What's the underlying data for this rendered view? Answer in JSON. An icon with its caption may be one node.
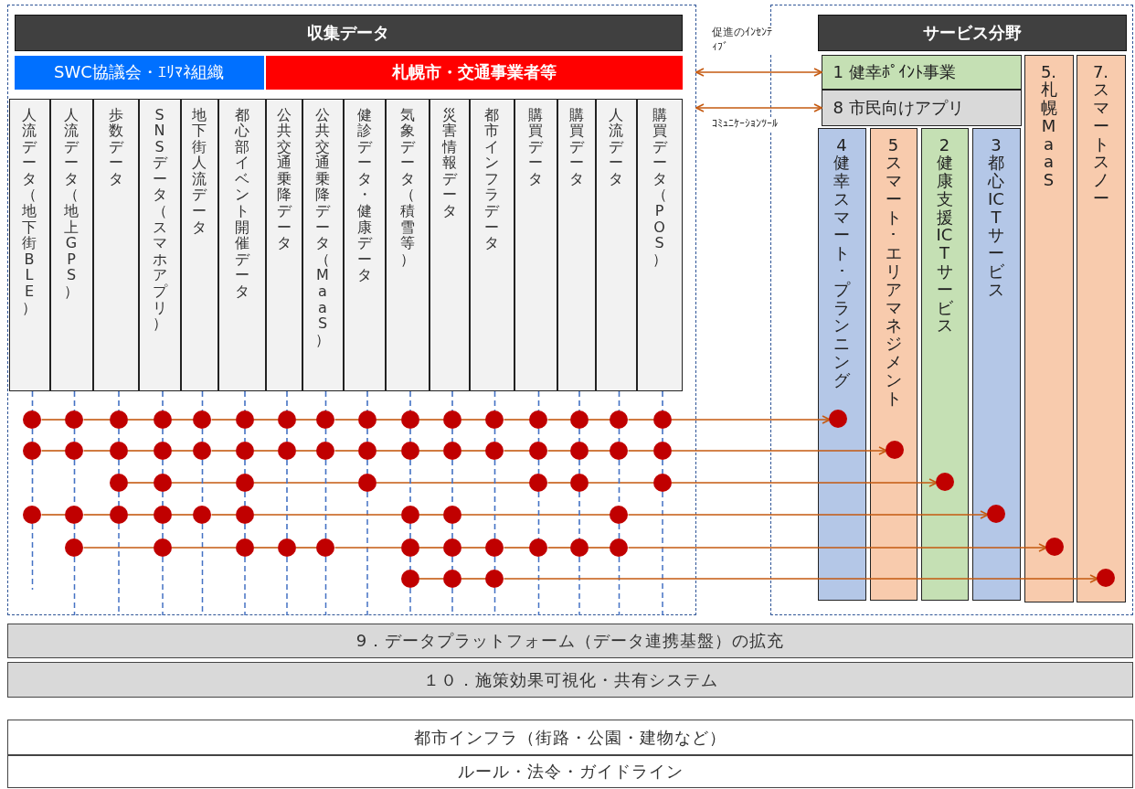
{
  "diagram": {
    "nodes": [
      {
        "text": [],
        "shape": "box"
      },
      {
        "text": [],
        "shape": "box"
      },
      {
        "text": [
          "収集データ"
        ],
        "in": 0
      },
      {
        "text": [
          "SWC協議会・ｴﾘﾏﾈ組織"
        ],
        "in": 0
      },
      {
        "text": [
          "札幌市・交通事業者等"
        ],
        "in": 0
      },
      {
        "text": [
          "人流データ（地下街BLE）"
        ],
        "in": 0
      },
      {
        "text": [
          "人流データ（地上GPS）"
        ],
        "in": 0
      },
      {
        "text": [
          "歩数データ"
        ],
        "in": 0
      },
      {
        "text": [
          "SNSデータ（スマホアプリ）"
        ],
        "in": 0
      },
      {
        "text": [
          "地下街人流データ"
        ],
        "in": 0
      },
      {
        "text": [
          "都心部イベント開催データ"
        ],
        "in": 0
      },
      {
        "text": [
          "公共交通乗降データ"
        ],
        "in": 0
      },
      {
        "text": [
          "公共交通乗降データ（MaaS）"
        ],
        "in": 0
      },
      {
        "text": [
          "健診データ・健康データ"
        ],
        "in": 0
      },
      {
        "text": [
          "気象データ（積雪等）"
        ],
        "in": 0
      },
      {
        "text": [
          "災害情報データ"
        ],
        "in": 0
      },
      {
        "text": [
          "都市インフラデータ"
        ],
        "in": 0
      },
      {
        "text": [
          "購買データ"
        ],
        "in": 0
      },
      {
        "text": [
          "購買データ"
        ],
        "in": 0
      },
      {
        "text": [
          "人流データ"
        ],
        "in": 0
      },
      {
        "text": [
          "購買データ（POS）"
        ],
        "in": 0
      },
      {
        "text": [
          "サービス分野"
        ],
        "in": 1
      },
      {
        "text": [
          "1 健幸ﾎﾟｲﾝﾄ事業"
        ],
        "in": 1
      },
      {
        "text": [
          "8 市民向けアプリ"
        ],
        "in": 1
      },
      {
        "text": [
          "4健幸スマート･プランニング"
        ],
        "in": 1
      },
      {
        "text": [
          "5スマート･エリアマネジメント"
        ],
        "in": 1
      },
      {
        "text": [
          "2健康支援ICTサービス"
        ],
        "in": 1
      },
      {
        "text": [
          "3都心ICTサービス"
        ],
        "in": 1
      },
      {
        "text": [
          "5.札幌MaaS"
        ],
        "in": 1
      },
      {
        "text": [
          "7.スマートスノー"
        ],
        "in": 1
      },
      {
        "text": [
          "9．データプラットフォーム（データ連携基盤）の拡充"
        ]
      },
      {
        "text": [
          "１０．施策効果可視化・共有システム"
        ]
      },
      {
        "text": [
          "都市インフラ（街路・公園・建物など）"
        ]
      },
      {
        "text": [
          "ルール・法令・ガイドライン"
        ]
      },
      {
        "text": [],
        "shape": "circle",
        "in": 24
      },
      {
        "text": [],
        "shape": "circle",
        "in": 25
      },
      {
        "text": [],
        "shape": "circle",
        "in": 26
      },
      {
        "text": [],
        "shape": "circle",
        "in": 27
      },
      {
        "text": [],
        "shape": "circle",
        "in": 28
      },
      {
        "text": [],
        "shape": "circle",
        "in": 29
      },
      {
        "text": [],
        "shape": "circle",
        "in": 0
      },
      {
        "text": [],
        "shape": "circle",
        "in": 0
      },
      {
        "text": [],
        "shape": "circle",
        "in": 0
      },
      {
        "text": [],
        "shape": "circle",
        "in": 0
      },
      {
        "text": [],
        "shape": "circle",
        "in": 0
      },
      {
        "text": [],
        "shape": "circle",
        "in": 0
      },
      {
        "text": [],
        "shape": "circle",
        "in": 0
      },
      {
        "text": [],
        "shape": "circle",
        "in": 0
      },
      {
        "text": [],
        "shape": "circle",
        "in": 0
      },
      {
        "text": [],
        "shape": "circle",
        "in": 0
      },
      {
        "text": [],
        "shape": "circle",
        "in": 0
      },
      {
        "text": [],
        "shape": "circle",
        "in": 0
      },
      {
        "text": [],
        "shape": "circle",
        "in": 0
      },
      {
        "text": [],
        "shape": "circle",
        "in": 0
      },
      {
        "text": [],
        "shape": "circle",
        "in": 0
      },
      {
        "text": [],
        "shape": "circle",
        "in": 0
      },
      {
        "text": [],
        "shape": "circle",
        "in": 0
      },
      {
        "text": [],
        "shape": "circle",
        "in": 0
      },
      {
        "text": [],
        "shape": "circle",
        "in": 0
      },
      {
        "text": [],
        "shape": "circle",
        "in": 0
      },
      {
        "text": [],
        "shape": "circle",
        "in": 0
      },
      {
        "text": [],
        "shape": "circle",
        "in": 0
      },
      {
        "text": [],
        "shape": "circle",
        "in": 0
      },
      {
        "text": [],
        "shape": "circle",
        "in": 0
      },
      {
        "text": [],
        "shape": "circle",
        "in": 0
      },
      {
        "text": [],
        "shape": "circle",
        "in": 0
      },
      {
        "text": [],
        "shape": "circle",
        "in": 0
      },
      {
        "text": [],
        "shape": "circle",
        "in": 0
      },
      {
        "text": [],
        "shape": "circle",
        "in": 0
      },
      {
        "text": [],
        "shape": "circle",
        "in": 0
      },
      {
        "text": [],
        "shape": "circle",
        "in": 0
      },
      {
        "text": [],
        "shape": "circle",
        "in": 0
      },
      {
        "text": [],
        "shape": "circle",
        "in": 0
      },
      {
        "text": [],
        "shape": "circle",
        "in": 0
      },
      {
        "text": [],
        "shape": "circle",
        "in": 0
      },
      {
        "text": [],
        "shape": "circle",
        "in": 0
      },
      {
        "text": [],
        "shape": "circle",
        "in": 0
      },
      {
        "text": [],
        "shape": "circle",
        "in": 0
      },
      {
        "text": [],
        "shape": "circle",
        "in": 0
      },
      {
        "text": [],
        "shape": "circle",
        "in": 0
      },
      {
        "text": [],
        "shape": "circle",
        "in": 0
      },
      {
        "text": [],
        "shape": "circle",
        "in": 0
      },
      {
        "text": [],
        "shape": "circle",
        "in": 0
      },
      {
        "text": [],
        "shape": "circle",
        "in": 0
      },
      {
        "text": [],
        "shape": "circle",
        "in": 0
      },
      {
        "text": [],
        "shape": "circle",
        "in": 0
      },
      {
        "text": [],
        "shape": "circle",
        "in": 0
      },
      {
        "text": [],
        "shape": "circle",
        "in": 0
      },
      {
        "text": [],
        "shape": "circle",
        "in": 0
      },
      {
        "text": [],
        "shape": "circle",
        "in": 0
      },
      {
        "text": [],
        "shape": "circle",
        "in": 0
      },
      {
        "text": [],
        "shape": "circle",
        "in": 0
      },
      {
        "text": [],
        "shape": "circle",
        "in": 0
      },
      {
        "text": [],
        "shape": "circle",
        "in": 0
      },
      {
        "text": [],
        "shape": "circle",
        "in": 0
      },
      {
        "text": [],
        "shape": "circle",
        "in": 0
      },
      {
        "text": [],
        "shape": "circle",
        "in": 0
      },
      {
        "text": [],
        "shape": "circle",
        "in": 0
      },
      {
        "text": [],
        "shape": "circle",
        "in": 0
      },
      {
        "text": [],
        "shape": "circle",
        "in": 0
      },
      {
        "text": [],
        "shape": "circle",
        "in": 0
      },
      {
        "text": [],
        "shape": "circle",
        "in": 0
      }
    ],
    "edges": [
      {
        "from": 0,
        "to": 22,
        "arrow": "both",
        "label": "促進のｲﾝｾﾝﾃｨﾌﾞ"
      },
      {
        "from": 0,
        "to": 23,
        "arrow": "both",
        "label": "ｺﾐｭﾆｹｰｼｮﾝﾂｰﾙ"
      },
      {
        "from": 40,
        "to": 41,
        "arrow": "none"
      },
      {
        "from": 41,
        "to": 42,
        "arrow": "none"
      },
      {
        "from": 42,
        "to": 43,
        "arrow": "none"
      },
      {
        "from": 43,
        "to": 44,
        "arrow": "none"
      },
      {
        "from": 44,
        "to": 45,
        "arrow": "none"
      },
      {
        "from": 45,
        "to": 46,
        "arrow": "none"
      },
      {
        "from": 46,
        "to": 47,
        "arrow": "none"
      },
      {
        "from": 47,
        "to": 48,
        "arrow": "none"
      },
      {
        "from": 48,
        "to": 49,
        "arrow": "none"
      },
      {
        "from": 49,
        "to": 50,
        "arrow": "none"
      },
      {
        "from": 50,
        "to": 51,
        "arrow": "none"
      },
      {
        "from": 51,
        "to": 52,
        "arrow": "none"
      },
      {
        "from": 52,
        "to": 53,
        "arrow": "none"
      },
      {
        "from": 53,
        "to": 54,
        "arrow": "none"
      },
      {
        "from": 54,
        "to": 55,
        "arrow": "none"
      },
      {
        "from": 55,
        "to": 34,
        "arrow": "to"
      },
      {
        "from": 56,
        "to": 57,
        "arrow": "none"
      },
      {
        "from": 57,
        "to": 58,
        "arrow": "none"
      },
      {
        "from": 58,
        "to": 59,
        "arrow": "none"
      },
      {
        "from": 59,
        "to": 60,
        "arrow": "none"
      },
      {
        "from": 60,
        "to": 61,
        "arrow": "none"
      },
      {
        "from": 61,
        "to": 62,
        "arrow": "none"
      },
      {
        "from": 62,
        "to": 63,
        "arrow": "none"
      },
      {
        "from": 63,
        "to": 64,
        "arrow": "none"
      },
      {
        "from": 64,
        "to": 65,
        "arrow": "none"
      },
      {
        "from": 65,
        "to": 66,
        "arrow": "none"
      },
      {
        "from": 66,
        "to": 67,
        "arrow": "none"
      },
      {
        "from": 67,
        "to": 68,
        "arrow": "none"
      },
      {
        "from": 68,
        "to": 69,
        "arrow": "none"
      },
      {
        "from": 69,
        "to": 70,
        "arrow": "none"
      },
      {
        "from": 70,
        "to": 71,
        "arrow": "none"
      },
      {
        "from": 71,
        "to": 35,
        "arrow": "to"
      },
      {
        "from": 72,
        "to": 73,
        "arrow": "none"
      },
      {
        "from": 73,
        "to": 74,
        "arrow": "none"
      },
      {
        "from": 74,
        "to": 75,
        "arrow": "none"
      },
      {
        "from": 75,
        "to": 76,
        "arrow": "none"
      },
      {
        "from": 76,
        "to": 77,
        "arrow": "none"
      },
      {
        "from": 77,
        "to": 78,
        "arrow": "none"
      },
      {
        "from": 78,
        "to": 36,
        "arrow": "to"
      },
      {
        "from": 79,
        "to": 80,
        "arrow": "none"
      },
      {
        "from": 80,
        "to": 81,
        "arrow": "none"
      },
      {
        "from": 81,
        "to": 82,
        "arrow": "none"
      },
      {
        "from": 82,
        "to": 83,
        "arrow": "none"
      },
      {
        "from": 83,
        "to": 84,
        "arrow": "none"
      },
      {
        "from": 84,
        "to": 85,
        "arrow": "none"
      },
      {
        "from": 85,
        "to": 86,
        "arrow": "none"
      },
      {
        "from": 86,
        "to": 87,
        "arrow": "none"
      },
      {
        "from": 87,
        "to": 37,
        "arrow": "to"
      },
      {
        "from": 88,
        "to": 89,
        "arrow": "none"
      },
      {
        "from": 89,
        "to": 90,
        "arrow": "none"
      },
      {
        "from": 90,
        "to": 91,
        "arrow": "none"
      },
      {
        "from": 91,
        "to": 92,
        "arrow": "none"
      },
      {
        "from": 92,
        "to": 93,
        "arrow": "none"
      },
      {
        "from": 93,
        "to": 94,
        "arrow": "none"
      },
      {
        "from": 94,
        "to": 95,
        "arrow": "none"
      },
      {
        "from": 95,
        "to": 96,
        "arrow": "none"
      },
      {
        "from": 96,
        "to": 97,
        "arrow": "none"
      },
      {
        "from": 97,
        "to": 98,
        "arrow": "none"
      },
      {
        "from": 98,
        "to": 38,
        "arrow": "to"
      },
      {
        "from": 99,
        "to": 100,
        "arrow": "none"
      },
      {
        "from": 100,
        "to": 101,
        "arrow": "none"
      },
      {
        "from": 101,
        "to": 39,
        "arrow": "to"
      },
      {
        "from": 5,
        "to": 40,
        "arrow": "none",
        "style": "dashed",
        "color": "#4472c4"
      },
      {
        "from": 40,
        "to": 56,
        "arrow": "none",
        "style": "dashed",
        "color": "#4472c4"
      },
      {
        "from": 56,
        "to": 79,
        "arrow": "none",
        "style": "dashed",
        "color": "#4472c4"
      },
      {
        "from": 6,
        "to": 41,
        "arrow": "none",
        "style": "dashed",
        "color": "#4472c4"
      },
      {
        "from": 41,
        "to": 57,
        "arrow": "none",
        "style": "dashed",
        "color": "#4472c4"
      },
      {
        "from": 57,
        "to": 80,
        "arrow": "none",
        "style": "dashed",
        "color": "#4472c4"
      },
      {
        "from": 80,
        "to": 88,
        "arrow": "none",
        "style": "dashed",
        "color": "#4472c4"
      },
      {
        "from": 7,
        "to": 42,
        "arrow": "none",
        "style": "dashed",
        "color": "#4472c4"
      },
      {
        "from": 42,
        "to": 58,
        "arrow": "none",
        "style": "dashed",
        "color": "#4472c4"
      },
      {
        "from": 58,
        "to": 72,
        "arrow": "none",
        "style": "dashed",
        "color": "#4472c4"
      },
      {
        "from": 72,
        "to": 81,
        "arrow": "none",
        "style": "dashed",
        "color": "#4472c4"
      },
      {
        "from": 8,
        "to": 43,
        "arrow": "none",
        "style": "dashed",
        "color": "#4472c4"
      },
      {
        "from": 43,
        "to": 59,
        "arrow": "none",
        "style": "dashed",
        "color": "#4472c4"
      },
      {
        "from": 59,
        "to": 73,
        "arrow": "none",
        "style": "dashed",
        "color": "#4472c4"
      },
      {
        "from": 73,
        "to": 82,
        "arrow": "none",
        "style": "dashed",
        "color": "#4472c4"
      },
      {
        "from": 82,
        "to": 89,
        "arrow": "none",
        "style": "dashed",
        "color": "#4472c4"
      },
      {
        "from": 9,
        "to": 44,
        "arrow": "none",
        "style": "dashed",
        "color": "#4472c4"
      },
      {
        "from": 44,
        "to": 60,
        "arrow": "none",
        "style": "dashed",
        "color": "#4472c4"
      },
      {
        "from": 60,
        "to": 83,
        "arrow": "none",
        "style": "dashed",
        "color": "#4472c4"
      },
      {
        "from": 10,
        "to": 45,
        "arrow": "none",
        "style": "dashed",
        "color": "#4472c4"
      },
      {
        "from": 45,
        "to": 61,
        "arrow": "none",
        "style": "dashed",
        "color": "#4472c4"
      },
      {
        "from": 61,
        "to": 74,
        "arrow": "none",
        "style": "dashed",
        "color": "#4472c4"
      },
      {
        "from": 74,
        "to": 84,
        "arrow": "none",
        "style": "dashed",
        "color": "#4472c4"
      },
      {
        "from": 84,
        "to": 90,
        "arrow": "none",
        "style": "dashed",
        "color": "#4472c4"
      },
      {
        "from": 11,
        "to": 46,
        "arrow": "none",
        "style": "dashed",
        "color": "#4472c4"
      },
      {
        "from": 46,
        "to": 62,
        "arrow": "none",
        "style": "dashed",
        "color": "#4472c4"
      },
      {
        "from": 62,
        "to": 91,
        "arrow": "none",
        "style": "dashed",
        "color": "#4472c4"
      },
      {
        "from": 12,
        "to": 47,
        "arrow": "none",
        "style": "dashed",
        "color": "#4472c4"
      },
      {
        "from": 47,
        "to": 63,
        "arrow": "none",
        "style": "dashed",
        "color": "#4472c4"
      },
      {
        "from": 63,
        "to": 92,
        "arrow": "none",
        "style": "dashed",
        "color": "#4472c4"
      },
      {
        "from": 13,
        "to": 48,
        "arrow": "none",
        "style": "dashed",
        "color": "#4472c4"
      },
      {
        "from": 48,
        "to": 64,
        "arrow": "none",
        "style": "dashed",
        "color": "#4472c4"
      },
      {
        "from": 64,
        "to": 75,
        "arrow": "none",
        "style": "dashed",
        "color": "#4472c4"
      },
      {
        "from": 14,
        "to": 49,
        "arrow": "none",
        "style": "dashed",
        "color": "#4472c4"
      },
      {
        "from": 49,
        "to": 65,
        "arrow": "none",
        "style": "dashed",
        "color": "#4472c4"
      },
      {
        "from": 65,
        "to": 85,
        "arrow": "none",
        "style": "dashed",
        "color": "#4472c4"
      },
      {
        "from": 85,
        "to": 93,
        "arrow": "none",
        "style": "dashed",
        "color": "#4472c4"
      },
      {
        "from": 93,
        "to": 99,
        "arrow": "none",
        "style": "dashed",
        "color": "#4472c4"
      },
      {
        "from": 15,
        "to": 50,
        "arrow": "none",
        "style": "dashed",
        "color": "#4472c4"
      },
      {
        "from": 50,
        "to": 66,
        "arrow": "none",
        "style": "dashed",
        "color": "#4472c4"
      },
      {
        "from": 66,
        "to": 86,
        "arrow": "none",
        "style": "dashed",
        "color": "#4472c4"
      },
      {
        "from": 86,
        "to": 94,
        "arrow": "none",
        "style": "dashed",
        "color": "#4472c4"
      },
      {
        "from": 94,
        "to": 100,
        "arrow": "none",
        "style": "dashed",
        "color": "#4472c4"
      },
      {
        "from": 16,
        "to": 51,
        "arrow": "none",
        "style": "dashed",
        "color": "#4472c4"
      },
      {
        "from": 51,
        "to": 67,
        "arrow": "none",
        "style": "dashed",
        "color": "#4472c4"
      },
      {
        "from": 67,
        "to": 95,
        "arrow": "none",
        "style": "dashed",
        "color": "#4472c4"
      },
      {
        "from": 95,
        "to": 101,
        "arrow": "none",
        "style": "dashed",
        "color": "#4472c4"
      },
      {
        "from": 17,
        "to": 52,
        "arrow": "none",
        "style": "dashed",
        "color": "#4472c4"
      },
      {
        "from": 52,
        "to": 68,
        "arrow": "none",
        "style": "dashed",
        "color": "#4472c4"
      },
      {
        "from": 68,
        "to": 76,
        "arrow": "none",
        "style": "dashed",
        "color": "#4472c4"
      },
      {
        "from": 76,
        "to": 96,
        "arrow": "none",
        "style": "dashed",
        "color": "#4472c4"
      },
      {
        "from": 18,
        "to": 53,
        "arrow": "none",
        "style": "dashed",
        "color": "#4472c4"
      },
      {
        "from": 53,
        "to": 69,
        "arrow": "none",
        "style": "dashed",
        "color": "#4472c4"
      },
      {
        "from": 69,
        "to": 77,
        "arrow": "none",
        "style": "dashed",
        "color": "#4472c4"
      },
      {
        "from": 77,
        "to": 97,
        "arrow": "none",
        "style": "dashed",
        "color": "#4472c4"
      },
      {
        "from": 19,
        "to": 54,
        "arrow": "none",
        "style": "dashed",
        "color": "#4472c4"
      },
      {
        "from": 54,
        "to": 70,
        "arrow": "none",
        "style": "dashed",
        "color": "#4472c4"
      },
      {
        "from": 70,
        "to": 87,
        "arrow": "none",
        "style": "dashed",
        "color": "#4472c4"
      },
      {
        "from": 87,
        "to": 98,
        "arrow": "none",
        "style": "dashed",
        "color": "#4472c4"
      },
      {
        "from": 20,
        "to": 55,
        "arrow": "none",
        "style": "dashed",
        "color": "#4472c4"
      },
      {
        "from": 55,
        "to": 71,
        "arrow": "none",
        "style": "dashed",
        "color": "#4472c4"
      },
      {
        "from": 71,
        "to": 78,
        "arrow": "none",
        "style": "dashed",
        "color": "#4472c4"
      }
    ]
  }
}
